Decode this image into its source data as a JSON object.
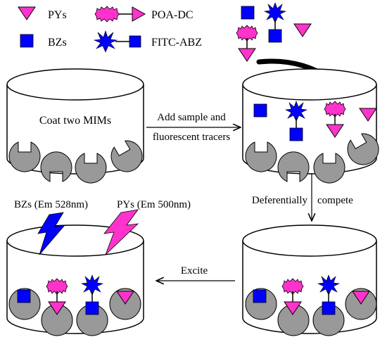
{
  "legend": {
    "pys": "PYs",
    "bzs": "BZs",
    "poa_dc": "POA-DC",
    "fitc_abz": "FITC-ABZ"
  },
  "wells": {
    "coat_label": "Coat two MIMs"
  },
  "steps": {
    "add_sample_line1": "Add sample and",
    "add_sample_line2": "fluorescent tracers",
    "compete_left": "Deferentially",
    "compete_right": "compete",
    "excite": "Excite"
  },
  "emission": {
    "bzs": "BZs (Em 528nm)",
    "pys": "PYs (Em 500nm)"
  },
  "colors": {
    "pys_magenta": "#ff33cc",
    "bzs_blue": "#0000ff",
    "mim_gray": "#999999",
    "outline": "#000000"
  }
}
